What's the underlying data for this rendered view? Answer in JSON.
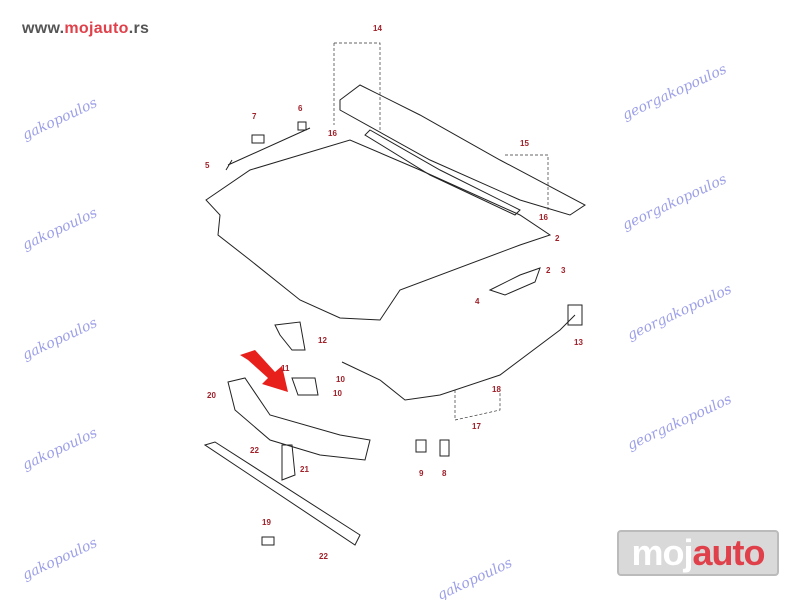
{
  "header": {
    "prefix": "www.",
    "brand": "mojauto",
    "suffix": ".rs"
  },
  "watermark": {
    "text": "georgakopoulos",
    "short": "gakopoulos"
  },
  "logo": {
    "part1": "moj",
    "part2": "auto"
  },
  "labels": [
    "14",
    "7",
    "6",
    "5",
    "16",
    "15",
    "16",
    "2",
    "2",
    "3",
    "4",
    "12",
    "11",
    "10",
    "10",
    "20",
    "18",
    "17",
    "13",
    "22",
    "21",
    "9",
    "8",
    "19",
    "22"
  ],
  "colors": {
    "label": "#a0202a",
    "arrow": "#e8201c",
    "watermark": "#7b7fe0",
    "brand": "#e0404a"
  }
}
